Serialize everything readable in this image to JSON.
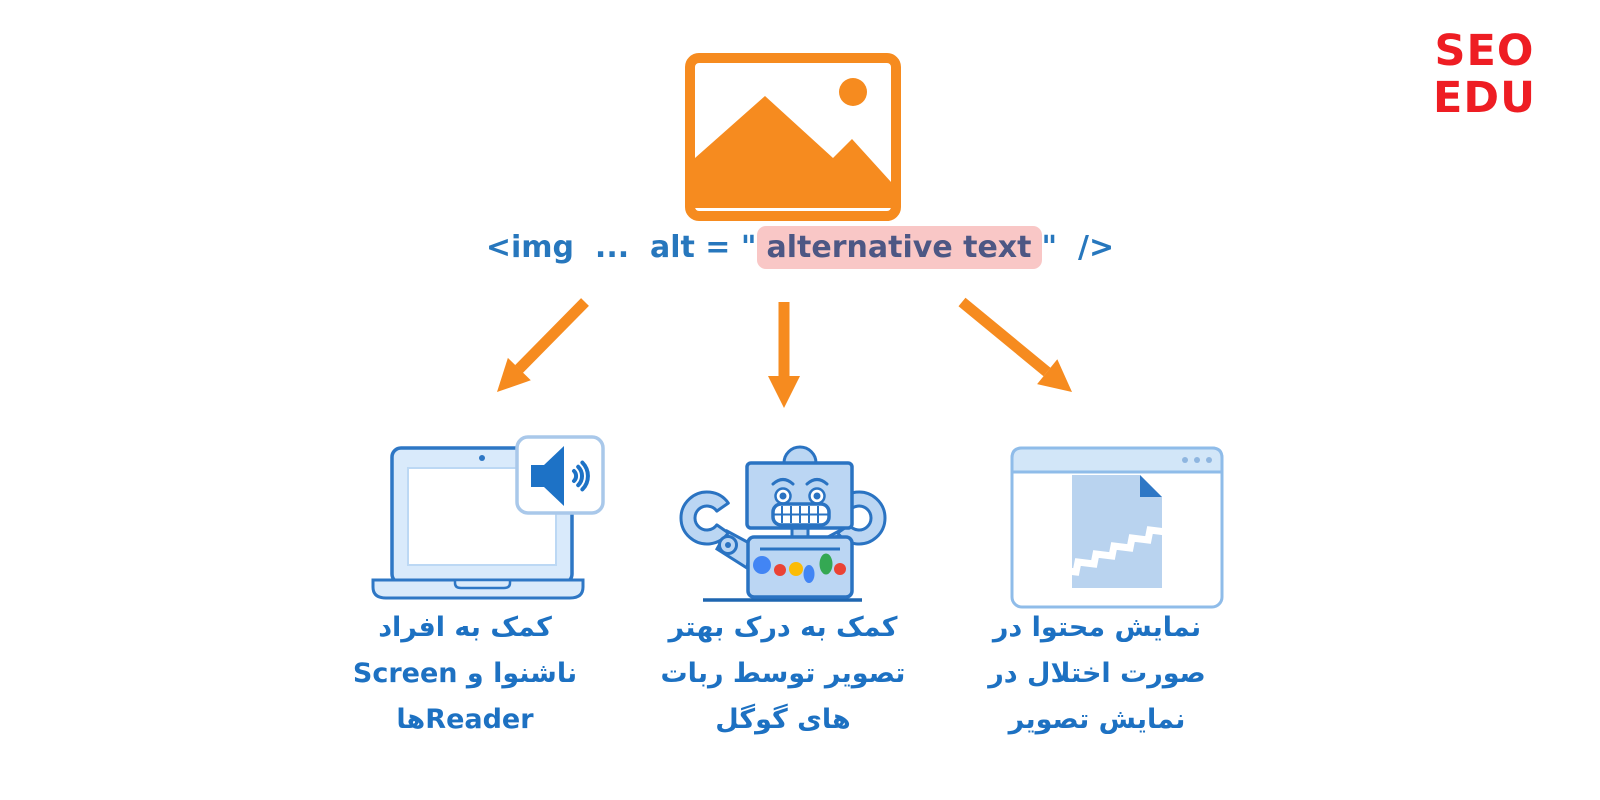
{
  "logo": {
    "line1": "SEO",
    "line2": "EDU",
    "color": "#EE1D23"
  },
  "code_line": {
    "prefix": "<img  ...  alt = \"",
    "highlighted": "alternative text",
    "suffix": "\"  />",
    "text_color": "#2777BD",
    "highlight_bg": "#F9C7C6",
    "highlight_text_color": "#4D5784"
  },
  "colors": {
    "orange": "#F68B1F",
    "caption_blue": "#1D71C2",
    "illustration_outline": "#2A73C2",
    "illustration_fill": "#BBD6F3",
    "speaker_blue": "#1D72C6",
    "google_blue": "#4285F4",
    "google_red": "#EA4335",
    "google_yellow": "#FBBC05",
    "google_green": "#34A853"
  },
  "icons": [
    "image-placeholder-icon",
    "arrow-down-left-icon",
    "arrow-down-icon",
    "arrow-down-right-icon",
    "laptop-screen-reader-icon",
    "speaker-icon",
    "google-robot-icon",
    "browser-torn-document-icon"
  ],
  "benefits": [
    {
      "icon": "laptop-screen-reader-icon",
      "lines": [
        "کمک به افراد",
        "ناشنوا و Screen",
        "Readerها"
      ]
    },
    {
      "icon": "google-robot-icon",
      "lines": [
        "کمک به درک بهتر",
        "تصویر توسط ربات",
        "های گوگل"
      ]
    },
    {
      "icon": "browser-torn-document-icon",
      "lines": [
        "نمایش محتوا در",
        "صورت اختلال در",
        "نمایش تصویر"
      ]
    }
  ]
}
